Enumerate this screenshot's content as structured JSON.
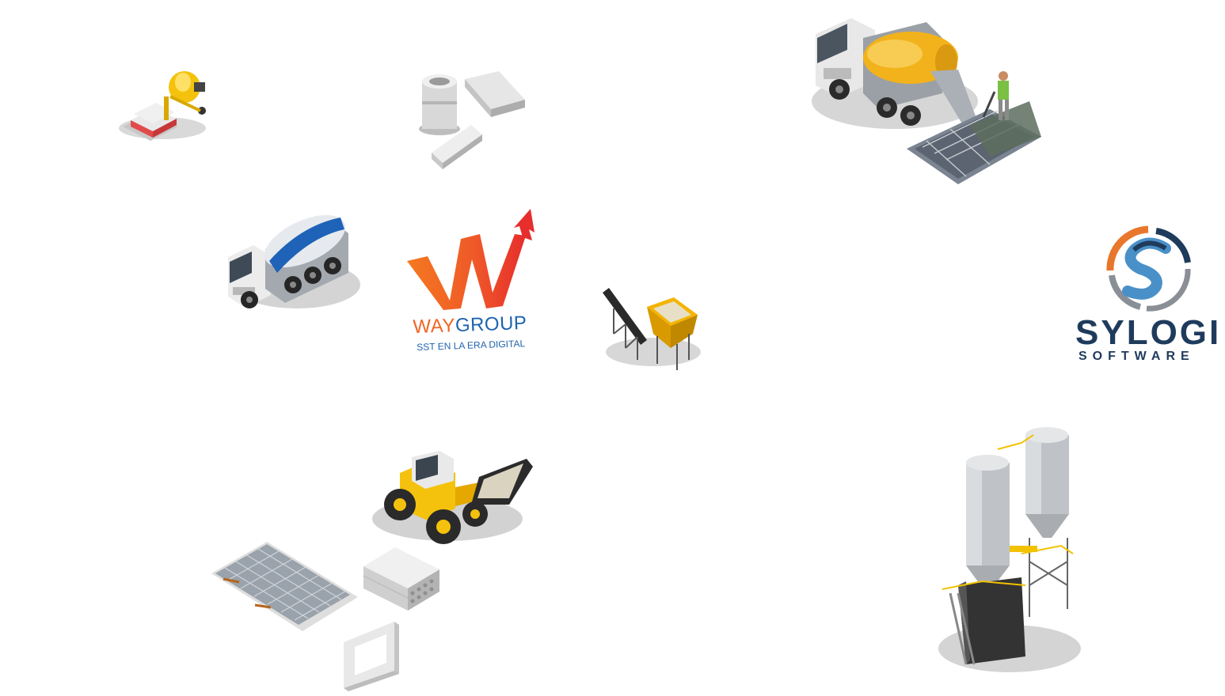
{
  "waygroup": {
    "way": "WAY",
    "group": "GROUP",
    "tagline": "SST EN LA ERA DIGITAL",
    "colors": {
      "orange": "#f26522",
      "red": "#e8302a",
      "blue": "#1f64ad"
    }
  },
  "sylogi": {
    "name": "SYLOGI",
    "subtitle": "SOFTWARE",
    "colors": {
      "navy": "#1f3b5c",
      "orange": "#e8762b",
      "light_blue": "#4a90c8",
      "gray": "#8a8f96"
    }
  },
  "illustrations": [
    {
      "name": "mixer-with-bags-icon"
    },
    {
      "name": "concrete-pipe-parts-icon"
    },
    {
      "name": "mixer-truck-pouring-icon"
    },
    {
      "name": "blue-mixer-truck-icon"
    },
    {
      "name": "conveyor-hopper-icon"
    },
    {
      "name": "wheel-loader-icon"
    },
    {
      "name": "rebar-mesh-icon"
    },
    {
      "name": "hollow-slabs-icon"
    },
    {
      "name": "precast-frame-icon"
    },
    {
      "name": "cement-silo-plant-icon"
    }
  ]
}
